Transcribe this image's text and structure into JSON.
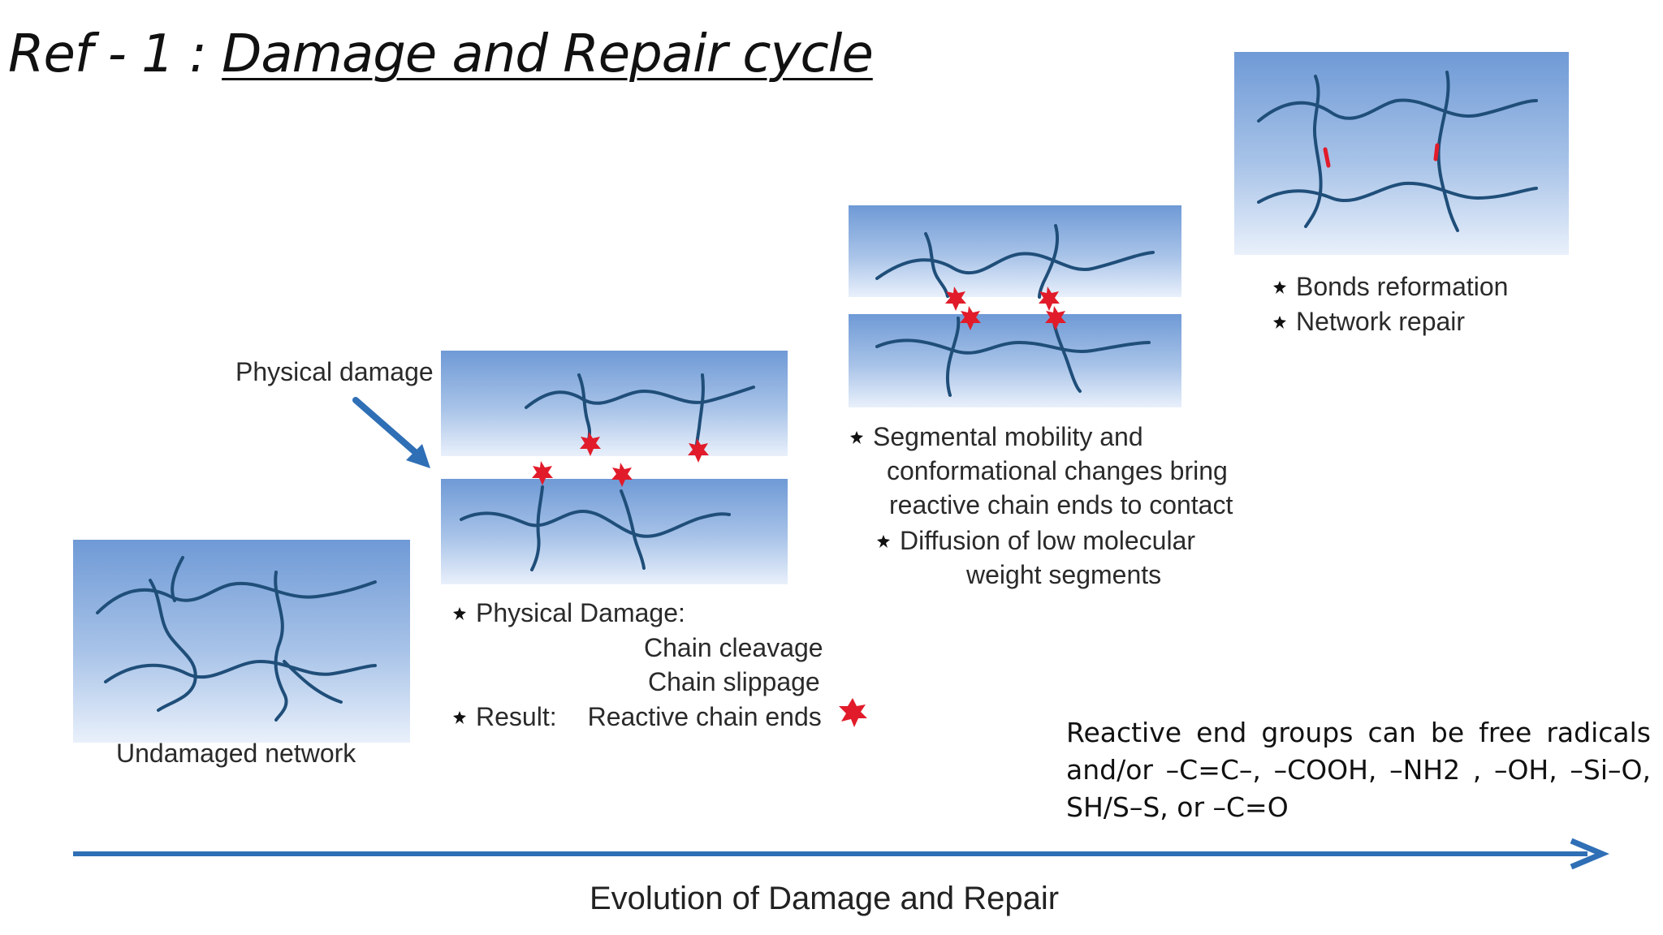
{
  "title": {
    "prefix": "Ref - 1",
    "separator": " : ",
    "main": "Damage and Repair cycle"
  },
  "stage1": {
    "caption": "Undamaged network"
  },
  "stage2": {
    "arrow_label": "Physical damage",
    "bullet1": "Physical Damage:",
    "line2": "Chain cleavage",
    "line3": "Chain slippage",
    "bullet2_label": "Result:",
    "bullet2_value": "Reactive chain ends"
  },
  "stage3": {
    "bullet1_line1": "Segmental mobility and",
    "bullet1_line2": "conformational changes bring",
    "bullet1_line3": "reactive chain ends to contact",
    "bullet2_line1": "Diffusion of low molecular",
    "bullet2_line2": "weight segments"
  },
  "stage4": {
    "bullet1": "Bonds reformation",
    "bullet2": "Network repair"
  },
  "note": "Reactive end groups can be free radicals and/or –C=C–, –COOH, –NH2 , –OH, –Si–O, SH/S–S, or –C=O",
  "axis_label": "Evolution of Damage and Repair",
  "colors": {
    "chain": "#1f4e79",
    "reactive": "#e11b2a",
    "axis": "#2f6fb6",
    "panel_top": "#6f9ad6",
    "panel_bottom": "#e9f0fb"
  }
}
